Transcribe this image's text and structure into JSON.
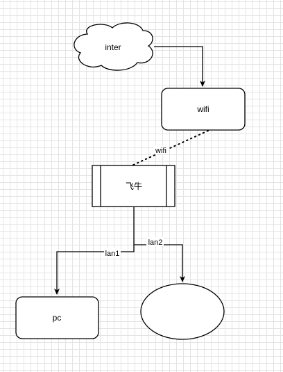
{
  "diagram": {
    "nodes": {
      "internet": {
        "label": "inter",
        "shape": "cloud"
      },
      "wifi": {
        "label": "wifi",
        "shape": "rounded-rectangle"
      },
      "router": {
        "label": "飞牛",
        "shape": "process"
      },
      "pc": {
        "label": "pc",
        "shape": "rounded-rectangle"
      },
      "unnamed": {
        "label": "",
        "shape": "ellipse"
      }
    },
    "edges": {
      "internet_to_wifi": {
        "label": "",
        "style": "solid-arrow"
      },
      "wifi_to_router": {
        "label": "wifi",
        "style": "dotted"
      },
      "router_to_pc": {
        "label": "lan1",
        "style": "solid-arrow"
      },
      "router_to_ellipse": {
        "label": "lan2",
        "style": "solid-arrow"
      }
    },
    "colors": {
      "stroke": "#000000",
      "fill": "#ffffff",
      "grid": "#e4e4e4"
    }
  }
}
